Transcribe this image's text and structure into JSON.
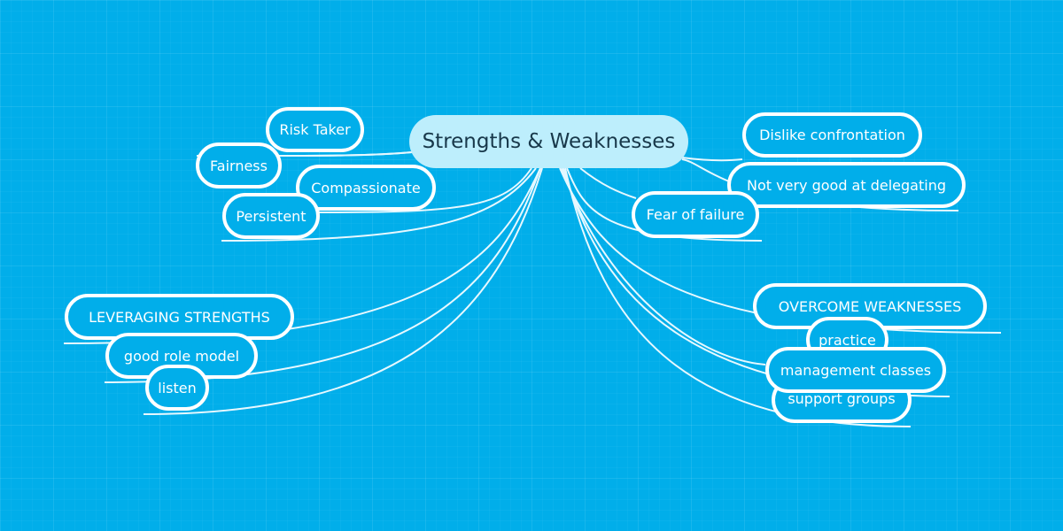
{
  "central_topic": "Strengths & Weaknesses",
  "strengths": [
    "Risk Taker",
    "Fairness",
    "Compassionate",
    "Persistent"
  ],
  "weaknesses": [
    "Dislike confrontation",
    "Not very good at delegating",
    "Fear of failure"
  ],
  "leveraging": {
    "title": "LEVERAGING STRENGTHS",
    "items": [
      "good role model",
      "listen"
    ]
  },
  "overcome": {
    "title": "OVERCOME WEAKNESSES",
    "items": [
      "practice",
      "management classes",
      "support groups"
    ]
  },
  "colors": {
    "background": "#01aeea",
    "central": "#bdeefc",
    "border": "#ffffff"
  }
}
